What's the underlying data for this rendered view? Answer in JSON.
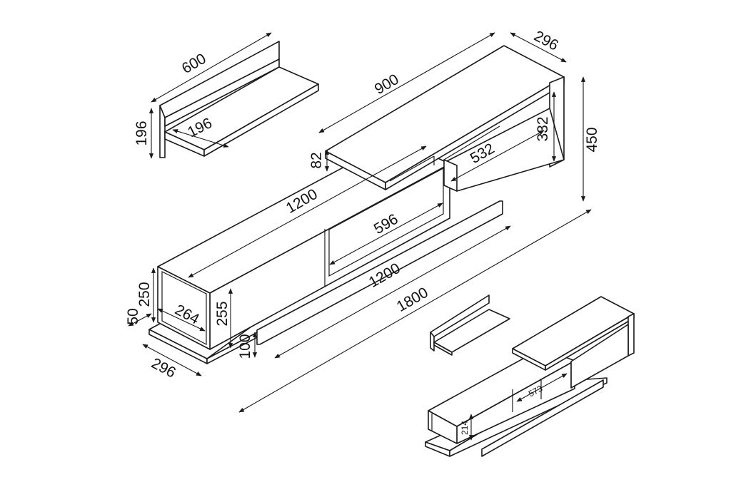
{
  "colors": {
    "line": "#1a1a1a",
    "background": "#ffffff"
  },
  "dimensions": {
    "shelf_width": "600",
    "shelf_depth": "196",
    "shelf_height": "196",
    "top_width": "900",
    "top_depth": "296",
    "top_height": "450",
    "top_inner_width": "532",
    "top_inner_height": "332",
    "top_offset": "82",
    "base_width": "1200",
    "door_width": "596",
    "plinth_width": "1200",
    "total_width": "1800",
    "base_height": "250",
    "base_plinth_edge": "50",
    "base_inner_width": "264",
    "base_inner_height": "255",
    "leg_height": "100",
    "base_depth": "296",
    "small_inner_width": "573",
    "small_inner_height": "214"
  }
}
